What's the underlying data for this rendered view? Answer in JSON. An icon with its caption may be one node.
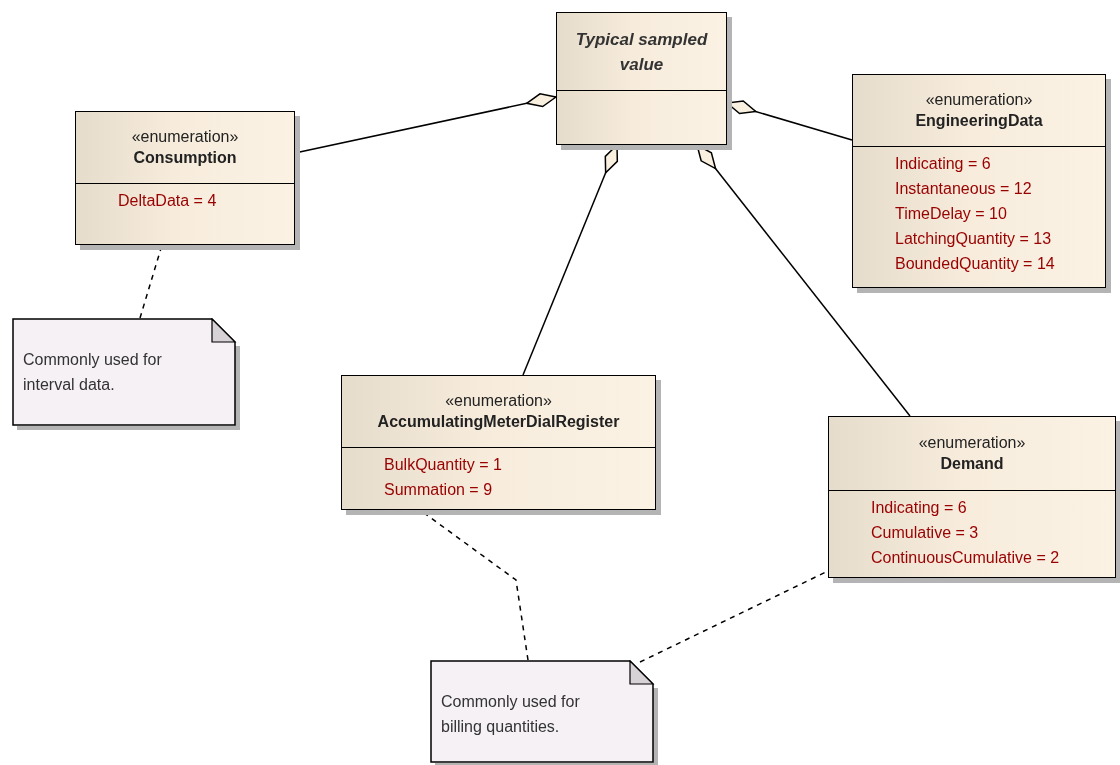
{
  "diagram": {
    "nodes": [
      {
        "text": [
          "Typical sampled value"
        ]
      },
      {
        "text": [
          "«enumeration»",
          "Consumption",
          "DeltaData = 4"
        ]
      },
      {
        "text": [
          "«enumeration»",
          "EngineeringData",
          "Indicating = 6",
          "Instantaneous = 12",
          "TimeDelay = 10",
          "LatchingQuantity = 13",
          "BoundedQuantity = 14"
        ]
      },
      {
        "text": [
          "Commonly used for interval data."
        ]
      },
      {
        "text": [
          "«enumeration»",
          "AccumulatingMeterDialRegister",
          "BulkQuantity = 1",
          "Summation = 9"
        ]
      },
      {
        "text": [
          "«enumeration»",
          "Demand",
          "Indicating = 6",
          "Cumulative = 3",
          "ContinuousCumulative = 2"
        ]
      },
      {
        "text": [
          "Commonly used for billing quantities."
        ]
      }
    ],
    "edges": [
      {
        "from": 1,
        "to": 0,
        "arrow": "other"
      },
      {
        "from": 2,
        "to": 0,
        "arrow": "other"
      },
      {
        "from": 4,
        "to": 0,
        "arrow": "other"
      },
      {
        "from": 5,
        "to": 0,
        "arrow": "other"
      },
      {
        "from": 3,
        "to": 1,
        "arrow": "none",
        "style": "dashed"
      },
      {
        "from": 6,
        "to": 4,
        "arrow": "none",
        "style": "dashed"
      },
      {
        "from": 6,
        "to": 5,
        "arrow": "none",
        "style": "dashed"
      }
    ]
  }
}
